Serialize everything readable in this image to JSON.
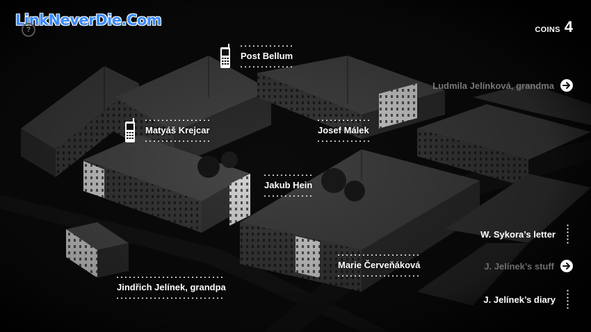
{
  "watermark": {
    "text": "LinkNeverDie.Com"
  },
  "help": {
    "icon": "question-icon",
    "glyph": "?"
  },
  "coins": {
    "label": "COINS",
    "value": "4"
  },
  "map_markers": [
    {
      "id": "post-bellum",
      "name": "Post Bellum",
      "icon": "phone-icon",
      "has_phone": true
    },
    {
      "id": "matyas-krejcar",
      "name": "Matyáš Krejcar",
      "icon": "phone-icon",
      "has_phone": true
    },
    {
      "id": "josef-malek",
      "name": "Josef Málek",
      "has_phone": false
    },
    {
      "id": "jakub-hein",
      "name": "Jakub Hein",
      "has_phone": false
    },
    {
      "id": "marie-cervenakova",
      "name": "Marie Červeňáková",
      "has_phone": false
    },
    {
      "id": "jindrich-jelinek",
      "name": "Jindřich Jelínek, grandpa",
      "has_phone": false
    }
  ],
  "offscreen_marker": {
    "name": "Ludmila Jelínková, grandma",
    "icon": "arrow-right-icon"
  },
  "side_items": [
    {
      "name": "W. Sykora’s letter",
      "state": "active",
      "indicator": "dotted-line"
    },
    {
      "name": "J. Jelínek’s stuff",
      "state": "dimmed",
      "indicator": "arrow-right-icon"
    },
    {
      "name": "J. Jelínek’s diary",
      "state": "active",
      "indicator": "dotted-line"
    }
  ]
}
